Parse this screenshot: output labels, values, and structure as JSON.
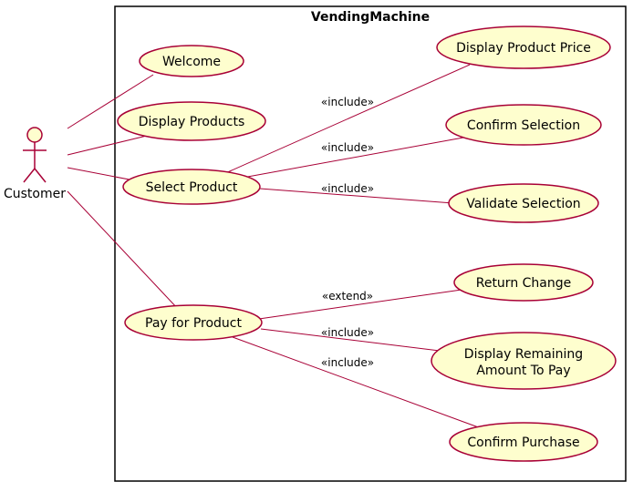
{
  "system": {
    "name": "VendingMachine"
  },
  "actor": {
    "name": "Customer"
  },
  "use_cases": {
    "welcome": "Welcome",
    "display_products": "Display Products",
    "select_product": "Select Product",
    "pay_for_product": "Pay for Product",
    "display_product_price": "Display Product Price",
    "confirm_selection": "Confirm Selection",
    "validate_selection": "Validate Selection",
    "return_change": "Return Change",
    "display_remaining_line1": "Display Remaining",
    "display_remaining_line2": "Amount To Pay",
    "confirm_purchase": "Confirm Purchase"
  },
  "relations": {
    "select_to_price": "«include»",
    "select_to_confirm": "«include»",
    "select_to_validate": "«include»",
    "pay_to_return_change": "«extend»",
    "pay_to_display_remaining": "«include»",
    "pay_to_confirm_purchase": "«include»"
  },
  "colors": {
    "usecase_fill": "#FEFECE",
    "border": "#A80036",
    "boundary": "#000000"
  }
}
